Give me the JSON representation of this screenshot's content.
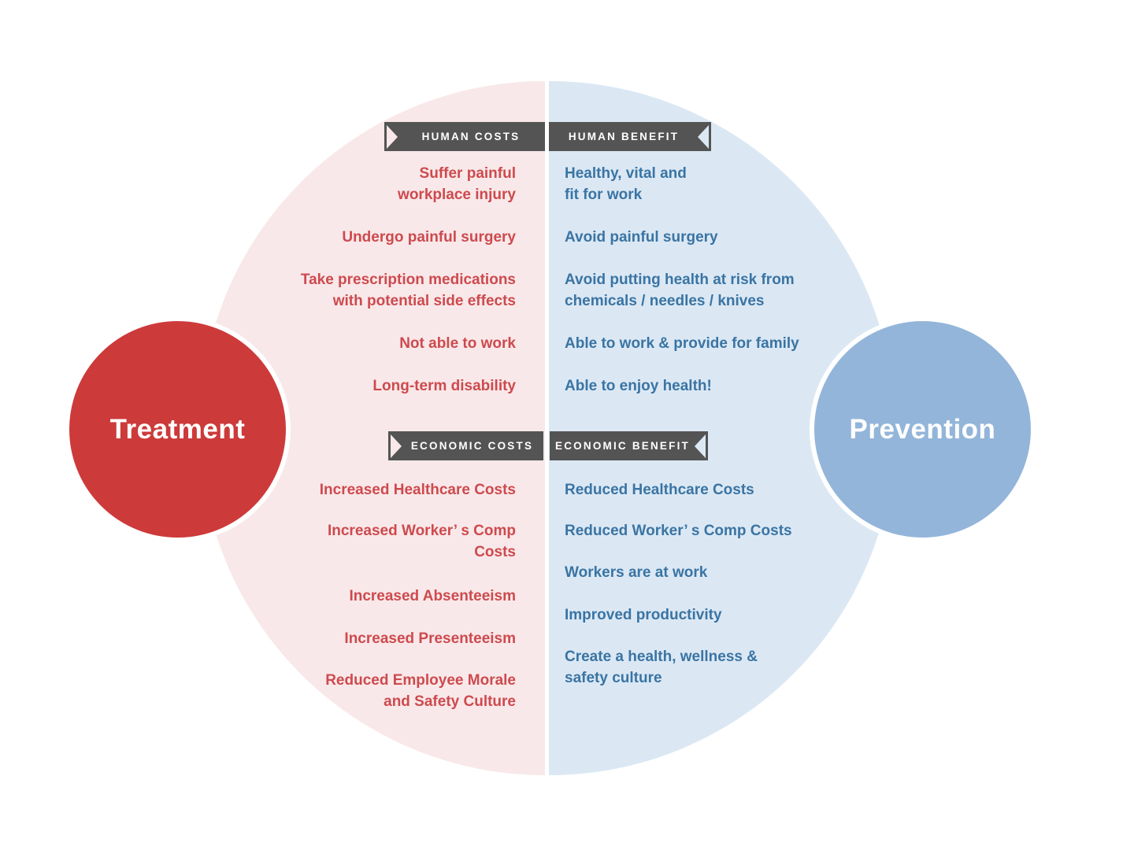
{
  "colors": {
    "pink_bg": "#f9e8e9",
    "blue_bg": "#dbe8f4",
    "banner_bg": "#545454",
    "red_text": "#cd4a4e",
    "blue_text": "#3a74a3",
    "treatment_circle": "#cd3a3a",
    "prevention_circle": "#93b5da"
  },
  "circles": {
    "treatment_label": "Treatment",
    "prevention_label": "Prevention"
  },
  "banners": {
    "human_costs": "HUMAN COSTS",
    "human_benefit": "HUMAN BENEFIT",
    "economic_costs": "ECONOMIC COSTS",
    "economic_benefit": "ECONOMIC BENEFIT"
  },
  "costs": {
    "human": [
      "Suffer painful\nworkplace injury",
      "Undergo painful surgery",
      "Take prescription medications\nwith potential side effects",
      "Not able to work",
      "Long-term disability"
    ],
    "economic": [
      "Increased Healthcare Costs",
      "Increased Worker’ s Comp\nCosts",
      "Increased Absenteeism",
      "Increased Presenteeism",
      "Reduced Employee Morale\nand Safety Culture"
    ]
  },
  "benefits": {
    "human": [
      "Healthy, vital and\nfit for work",
      "Avoid painful surgery",
      "Avoid putting health at risk from\nchemicals / needles / knives",
      "Able to work & provide for family",
      "Able to enjoy health!"
    ],
    "economic": [
      "Reduced Healthcare Costs",
      "Reduced Worker’ s Comp Costs",
      "Workers are at work",
      "Improved productivity",
      "Create a health, wellness &\nsafety culture"
    ]
  }
}
